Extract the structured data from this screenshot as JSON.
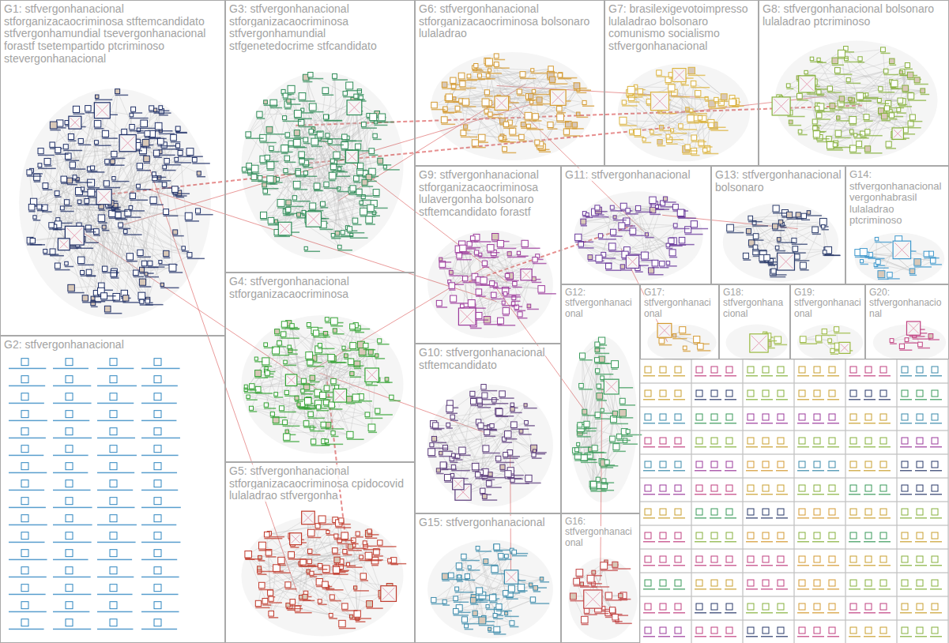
{
  "diagram": {
    "nodes": [
      {
        "text": [
          "G1: stfvergonhanacional stforganizacaocriminosa stftemcandidato stfvergonhamundial tsevergonhanacional forastf tsetempartido ptcriminoso stevergonhanacional"
        ]
      },
      {
        "text": [
          "G3: stfvergonhanacional stforganizacaocriminosa stfvergonhamundial stfgenetedocrime stfcandidato"
        ]
      },
      {
        "text": [
          "G6: stfvergonhanacional stforganizacaocriminosa bolsonaro lulaladrao"
        ]
      },
      {
        "text": [
          "G7: brasilexigevotoimpresso lulaladrao bolsonaro comunismo socialismo stfvergonhanacional"
        ]
      },
      {
        "text": [
          "G8: stfvergonhanacional bolsonaro lulaladrao ptcriminoso"
        ]
      },
      {
        "text": [
          "G9: stfvergonhanacional stforganizacaocriminosa lulavergonha bolsonaro stftemcandidato forastf"
        ]
      },
      {
        "text": [
          "G11: stfvergonhanacional"
        ]
      },
      {
        "text": [
          "G13: stfvergonhanacional bolsonaro"
        ]
      },
      {
        "text": [
          "G14: stfvergonhanacional vergonhabrasil lulaladrao ptcriminoso"
        ]
      },
      {
        "text": [
          "G2: stfvergonhanacional"
        ]
      },
      {
        "text": [
          "G4: stfvergonhanacional stforganizacaocriminosa"
        ]
      },
      {
        "text": [
          "G10: stfvergonhanacional stftemcandidato"
        ]
      },
      {
        "text": [
          "G12: stfvergonhanacional"
        ]
      },
      {
        "text": [
          "G17: stfvergonhanacional"
        ]
      },
      {
        "text": [
          "G18: stfvergonhanacional"
        ]
      },
      {
        "text": [
          "G19: stfvergonhanacional"
        ]
      },
      {
        "text": [
          "G20: stfvergonhanacional"
        ]
      },
      {
        "text": [
          "G5: stfvergonhanacional stforganizacaocriminosa cpidocovid lulaladrao stfvergonha"
        ]
      },
      {
        "text": [
          "G15: stfvergonhanacional"
        ]
      },
      {
        "text": [
          "G16: stfvergonhanacional"
        ]
      }
    ]
  }
}
